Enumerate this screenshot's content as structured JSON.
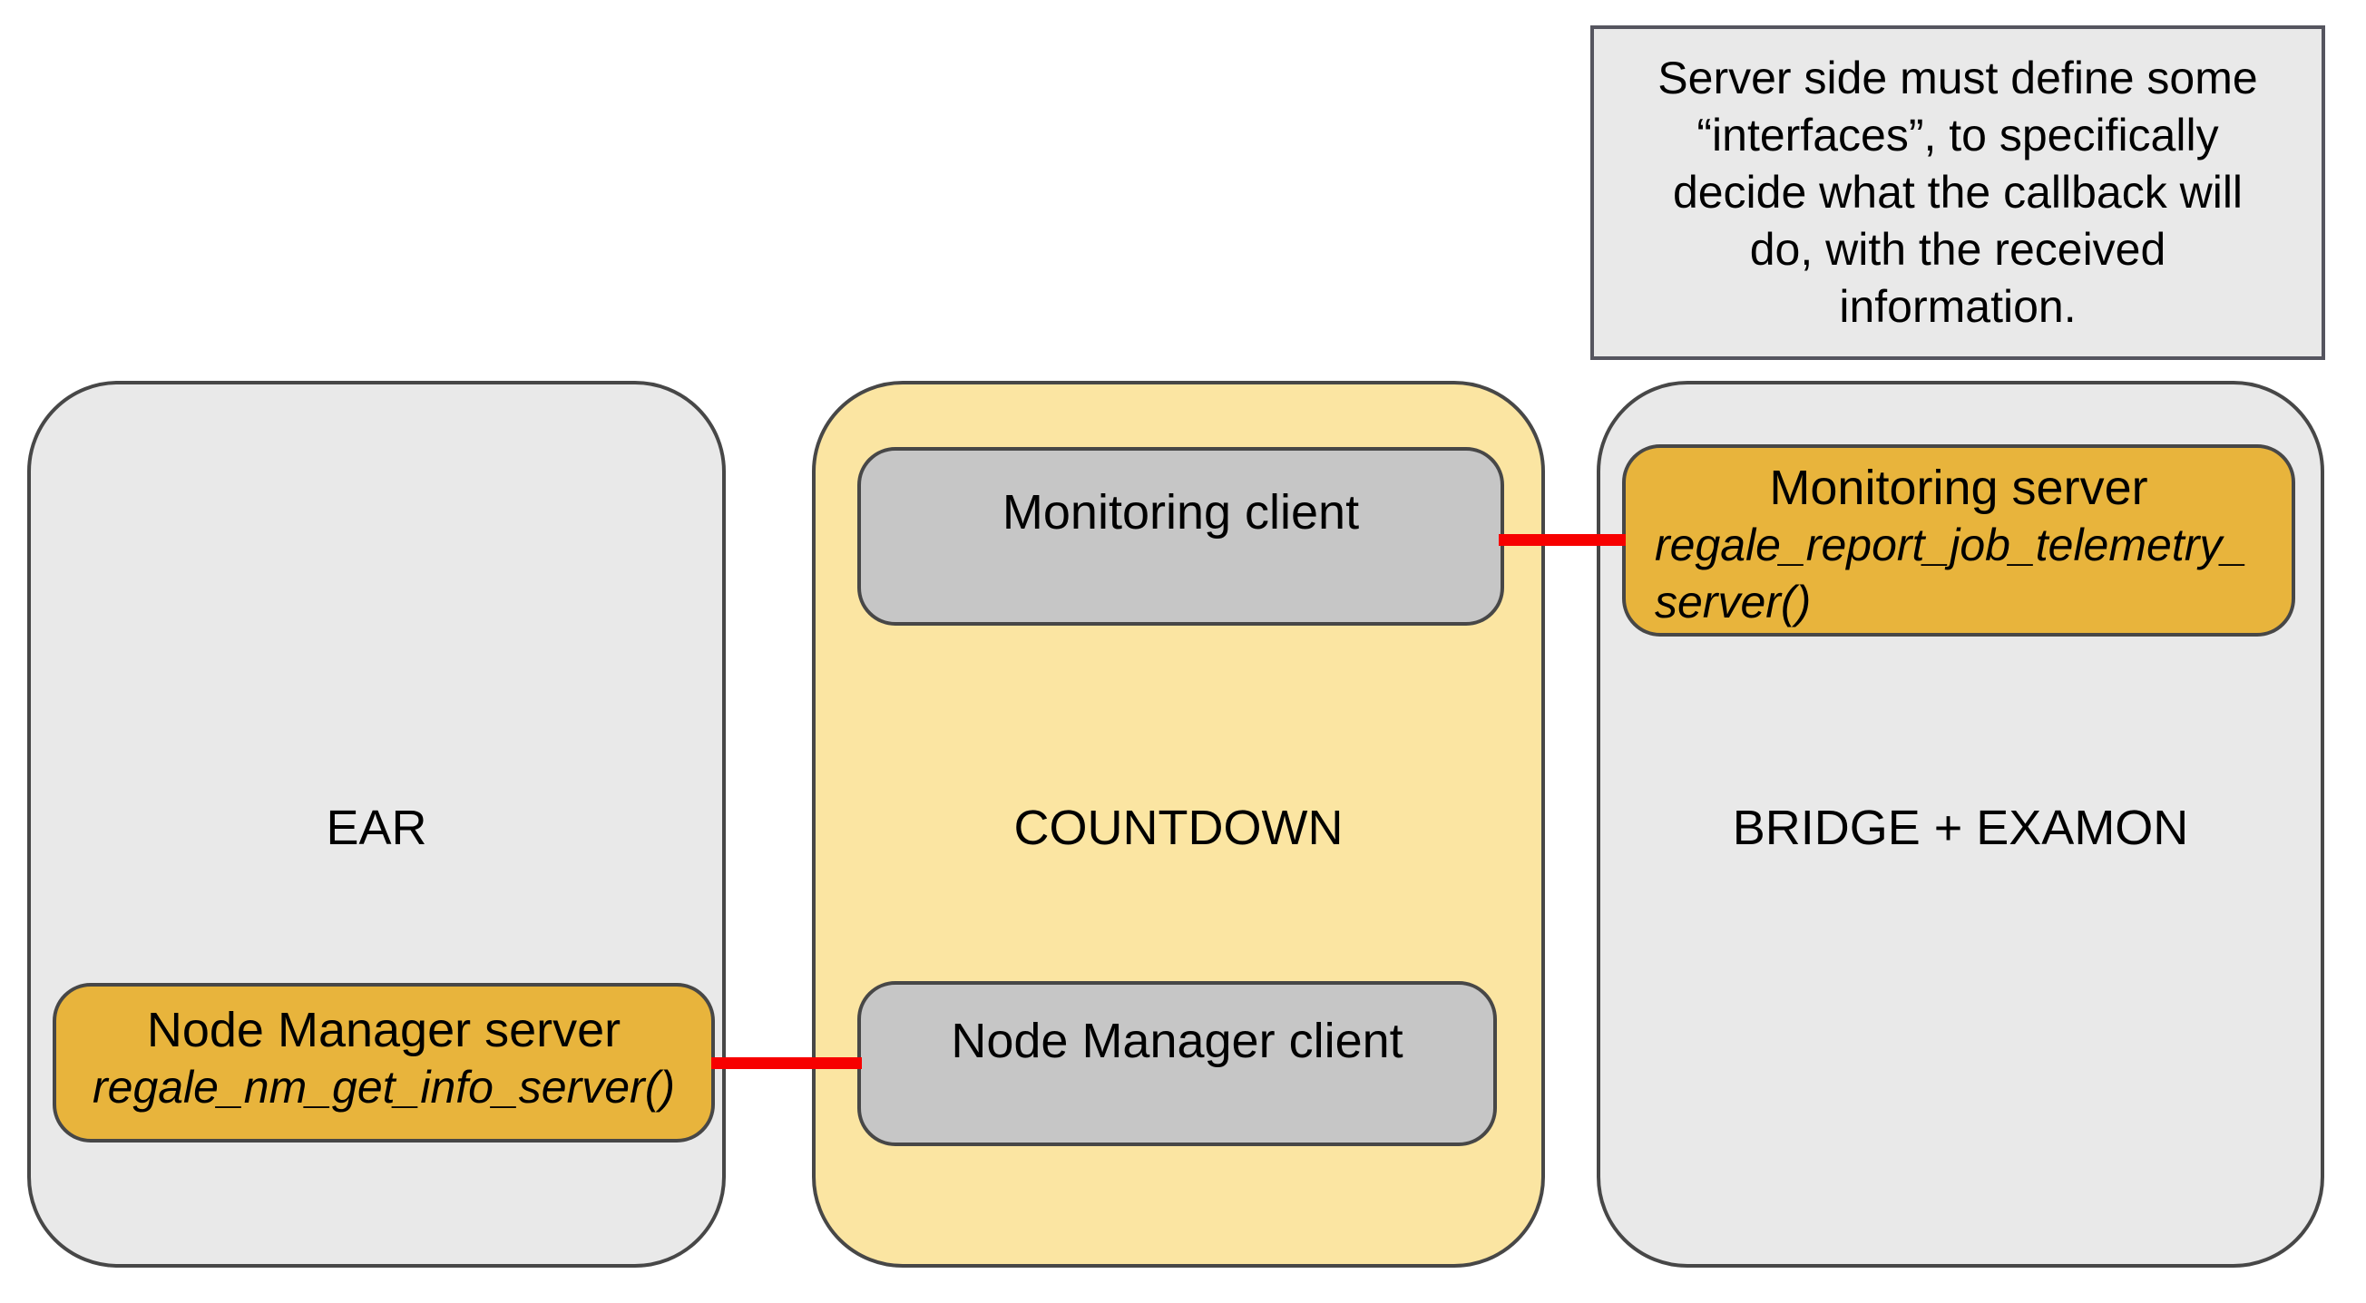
{
  "note": {
    "lines": [
      "Server side must define some",
      "“interfaces”, to specifically",
      "decide what the callback will",
      "do, with the received",
      "information."
    ]
  },
  "containers": {
    "ear": {
      "label": "EAR"
    },
    "countdown": {
      "label": "COUNTDOWN"
    },
    "bridge": {
      "label": "BRIDGE + EXAMON"
    }
  },
  "boxes": {
    "monitoring_client": {
      "title": "Monitoring client"
    },
    "monitoring_server": {
      "title": "Monitoring server",
      "code_lines": [
        "regale_report_job_telemetry_",
        "server()"
      ]
    },
    "node_manager_server": {
      "title": "Node Manager server",
      "code_lines": [
        "regale_nm_get_info_server()"
      ]
    },
    "node_manager_client": {
      "title": "Node Manager client"
    }
  },
  "connections": [
    {
      "from": "Monitoring client",
      "to": "Monitoring server",
      "color": "#f70000"
    },
    {
      "from": "Node Manager server",
      "to": "Node Manager client",
      "color": "#f70000"
    }
  ],
  "colors": {
    "gold": "#e8b43c",
    "light_yellow": "#fbe5a2",
    "container_gray": "#e9e9e9",
    "inner_gray": "#c6c6c6",
    "border_dark": "#474747",
    "note_border": "#55555f",
    "connector_red": "#f70000"
  }
}
